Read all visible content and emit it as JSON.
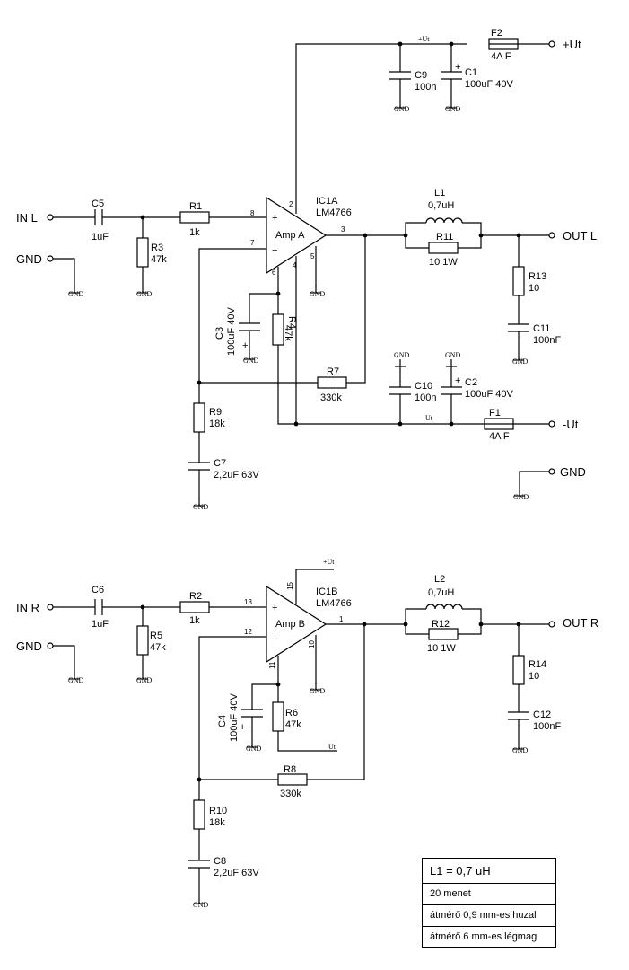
{
  "labels": {
    "in_l": "IN L",
    "in_r": "IN R",
    "gnd": "GND",
    "out_l": "OUT L",
    "out_r": "OUT R",
    "plus_ut": "+Ut",
    "minus_ut": "-Ut",
    "ut_small": "Ut",
    "plus_ut_small": "+Ut",
    "gnd_small": "GND",
    "plus": "+",
    "minus": "−"
  },
  "ic": {
    "ic1a": {
      "ref": "IC1A",
      "part": "LM4766",
      "name": "Amp A",
      "pins": [
        "8",
        "7",
        "3",
        "2",
        "6",
        "4",
        "5"
      ]
    },
    "ic1b": {
      "ref": "IC1B",
      "part": "LM4766",
      "name": "Amp B",
      "pins": [
        "13",
        "12",
        "1",
        "15",
        "11",
        "10"
      ]
    }
  },
  "components": {
    "c5": {
      "ref": "C5",
      "val": "1uF"
    },
    "r1": {
      "ref": "R1",
      "val": "1k"
    },
    "r3": {
      "ref": "R3",
      "val": "47k"
    },
    "c3": {
      "ref": "C3",
      "val": "100uF 40V"
    },
    "r4": {
      "ref": "R4",
      "val": "47k"
    },
    "r7": {
      "ref": "R7",
      "val": "330k"
    },
    "r9": {
      "ref": "R9",
      "val": "18k"
    },
    "c7": {
      "ref": "C7",
      "val": "2,2uF 63V"
    },
    "l1": {
      "ref": "L1",
      "val": "0,7uH"
    },
    "r11": {
      "ref": "R11",
      "val": "10  1W"
    },
    "r13": {
      "ref": "R13",
      "val": "10"
    },
    "c11": {
      "ref": "C11",
      "val": "100nF"
    },
    "c9": {
      "ref": "C9",
      "val": "100n"
    },
    "c1": {
      "ref": "C1",
      "val": "100uF 40V"
    },
    "f2": {
      "ref": "F2",
      "val": "4A F"
    },
    "c10": {
      "ref": "C10",
      "val": "100n"
    },
    "c2": {
      "ref": "C2",
      "val": "100uF 40V"
    },
    "f1": {
      "ref": "F1",
      "val": "4A F"
    },
    "c6": {
      "ref": "C6",
      "val": "1uF"
    },
    "r2": {
      "ref": "R2",
      "val": "1k"
    },
    "r5": {
      "ref": "R5",
      "val": "47k"
    },
    "c4": {
      "ref": "C4",
      "val": "100uF 40V"
    },
    "r6": {
      "ref": "R6",
      "val": "47k"
    },
    "r8": {
      "ref": "R8",
      "val": "330k"
    },
    "r10": {
      "ref": "R10",
      "val": "18k"
    },
    "c8": {
      "ref": "C8",
      "val": "2,2uF 63V"
    },
    "l2": {
      "ref": "L2",
      "val": "0,7uH"
    },
    "r12": {
      "ref": "R12",
      "val": "10  1W"
    },
    "r14": {
      "ref": "R14",
      "val": "10"
    },
    "c12": {
      "ref": "C12",
      "val": "100nF"
    }
  },
  "notes": {
    "title": "L1 = 0,7 uH",
    "lines": [
      "20 menet",
      "átmérő 0,9 mm-es huzal",
      "átmérő 6 mm-es légmag"
    ]
  }
}
